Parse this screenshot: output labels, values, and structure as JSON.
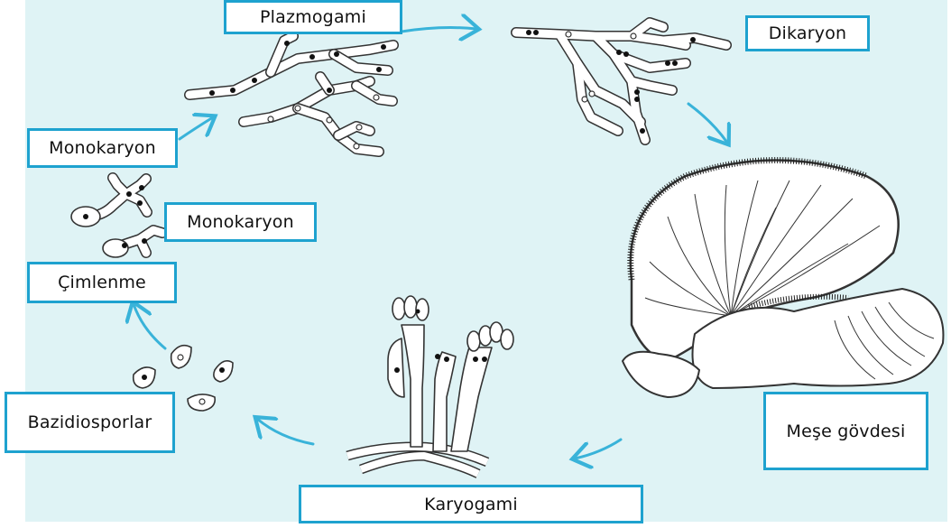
{
  "labels": {
    "plazmogami": "Plazmogami",
    "dikaryon": "Dikaryon",
    "monokaryon_top": "Monokaryon",
    "monokaryon_mid": "Monokaryon",
    "cimlenme": "Çimlenme",
    "bazidiosporlar": "Bazidiosporlar",
    "karyogami": "Karyogami",
    "mese_govdesi": "Meşe gövdesi"
  },
  "colors": {
    "background": "#dff3f5",
    "box_border": "#1ea2cf",
    "arrow": "#39b3d9",
    "drawing": "#333333"
  }
}
